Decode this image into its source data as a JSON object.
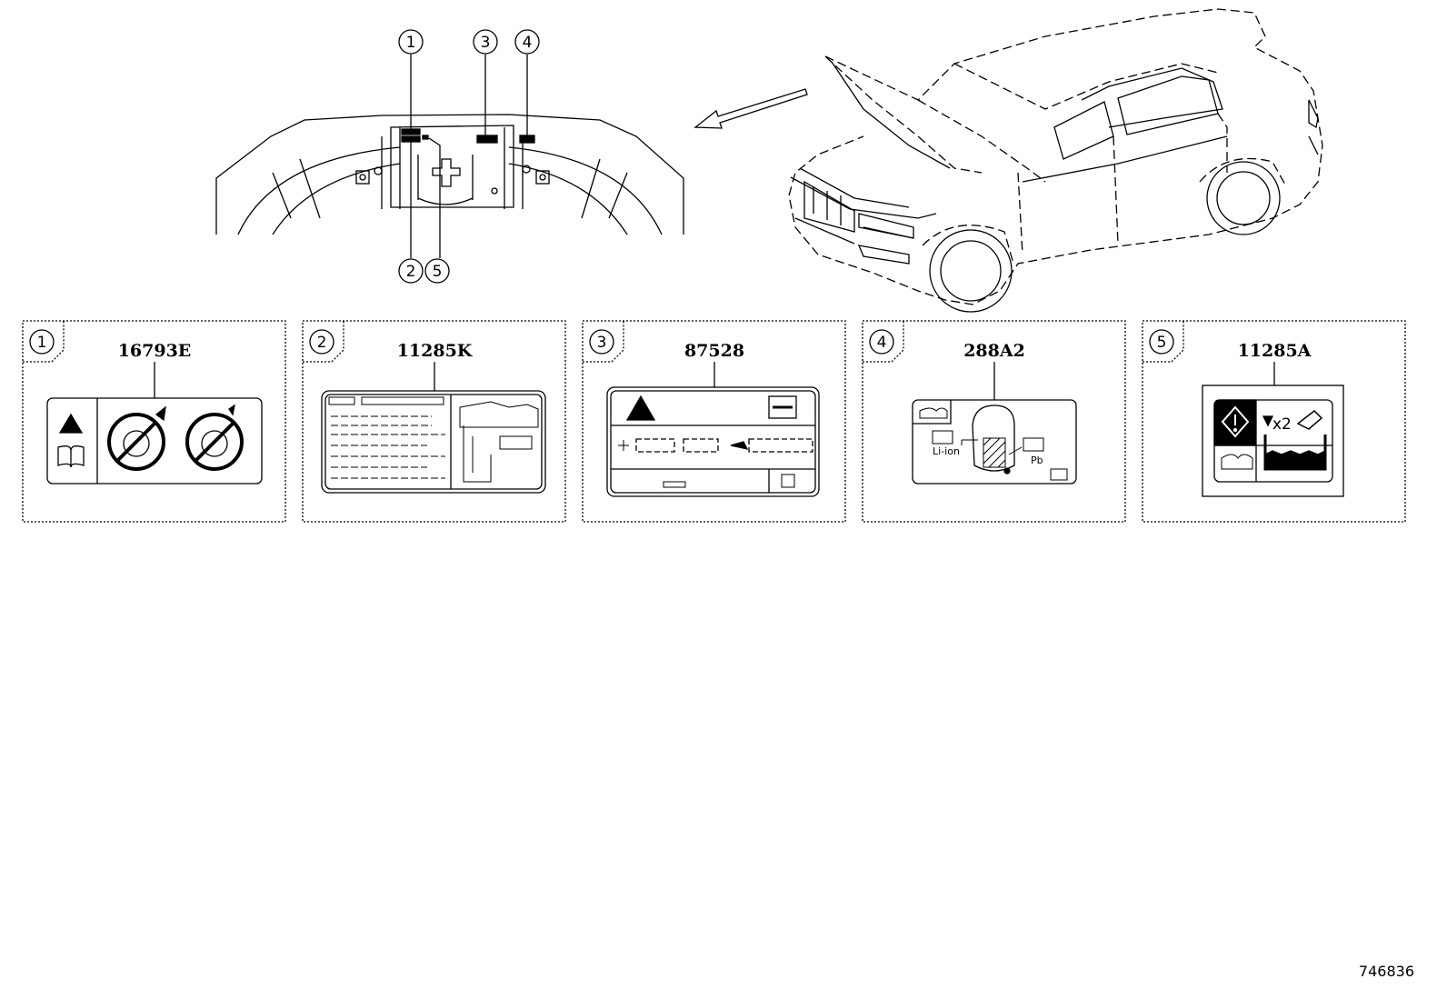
{
  "callouts": {
    "c1": "1",
    "c2": "2",
    "c3": "3",
    "c4": "4",
    "c5": "5"
  },
  "panels": [
    {
      "number": "1",
      "part_number": "16793E"
    },
    {
      "number": "2",
      "part_number": "11285K"
    },
    {
      "number": "3",
      "part_number": "87528"
    },
    {
      "number": "4",
      "part_number": "288A2"
    },
    {
      "number": "5",
      "part_number": "11285A"
    }
  ],
  "label_text": {
    "li_ion": "Li-ion",
    "pb": "Pb",
    "x2": "x2"
  },
  "diagram_code": "746836"
}
